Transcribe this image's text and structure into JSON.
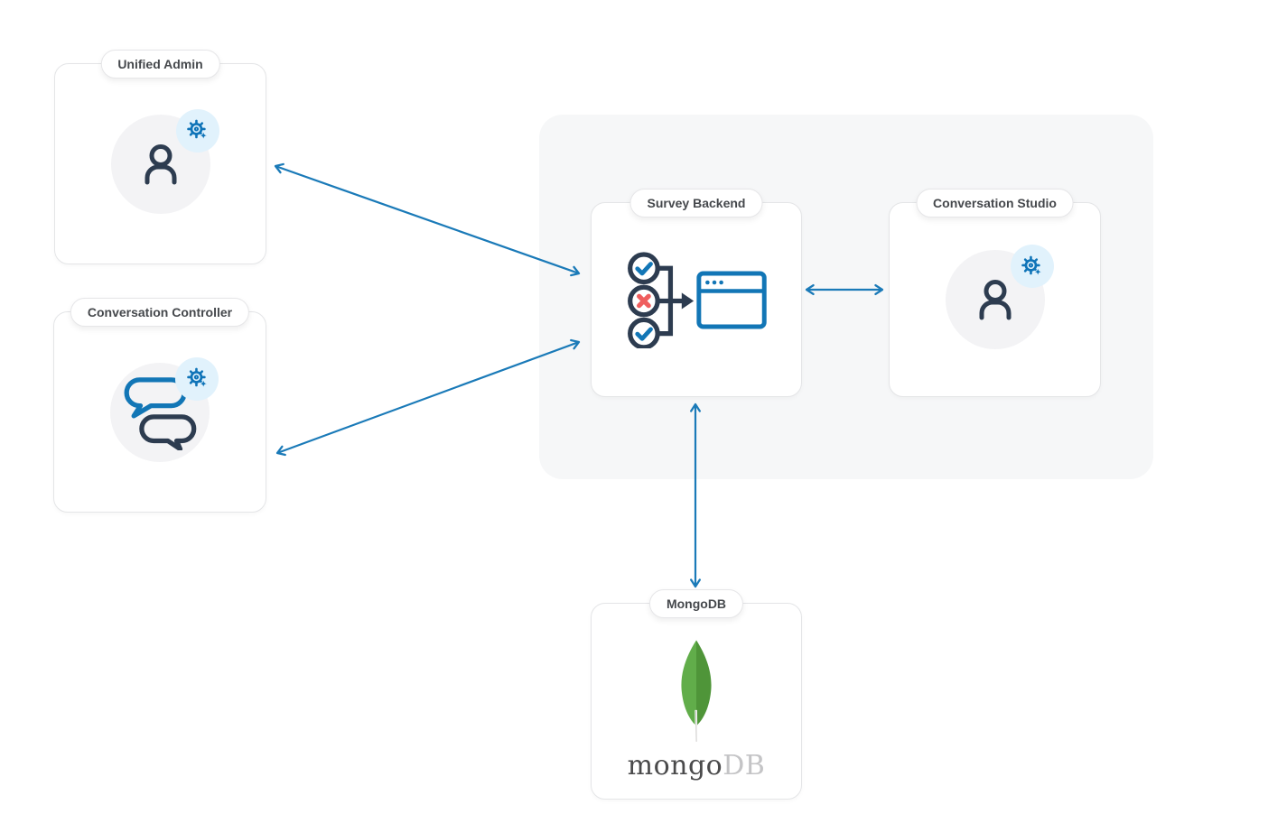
{
  "nodes": {
    "unified_admin": {
      "label": "Unified Admin",
      "icon": "user-with-gear"
    },
    "conversation_controller": {
      "label": "Conversation Controller",
      "icon": "chat-bubbles-with-gear"
    },
    "survey_backend": {
      "label": "Survey Backend",
      "icon": "validation-flow-to-browser"
    },
    "conversation_studio": {
      "label": "Conversation Studio",
      "icon": "user-with-gear"
    },
    "mongodb": {
      "label": "MongoDB",
      "icon": "mongodb-leaf-logo",
      "wordmark": {
        "primary": "mongo",
        "secondary": "DB"
      }
    }
  },
  "edges": [
    {
      "from": "Unified Admin",
      "to": "Survey Backend",
      "style": "bidirectional-arrow"
    },
    {
      "from": "Conversation Controller",
      "to": "Survey Backend",
      "style": "bidirectional-arrow"
    },
    {
      "from": "Survey Backend",
      "to": "Conversation Studio",
      "style": "bidirectional-arrow"
    },
    {
      "from": "Survey Backend",
      "to": "MongoDB",
      "style": "bidirectional-arrow"
    }
  ],
  "colors": {
    "arrow_blue": "#1a7ab8",
    "icon_navy": "#2d3c50",
    "icon_blue": "#1276b6",
    "error_red": "#ef5e5e",
    "badge_background": "#e1f2fc",
    "badge_gear_blue": "#0f74b8",
    "mongo_green_light": "#61ad4a",
    "mongo_green_dark": "#4f9539",
    "mongo_text_dark": "#4a4a4b",
    "mongo_text_light": "#c4c4c6",
    "group_background": "#f6f7f8"
  }
}
